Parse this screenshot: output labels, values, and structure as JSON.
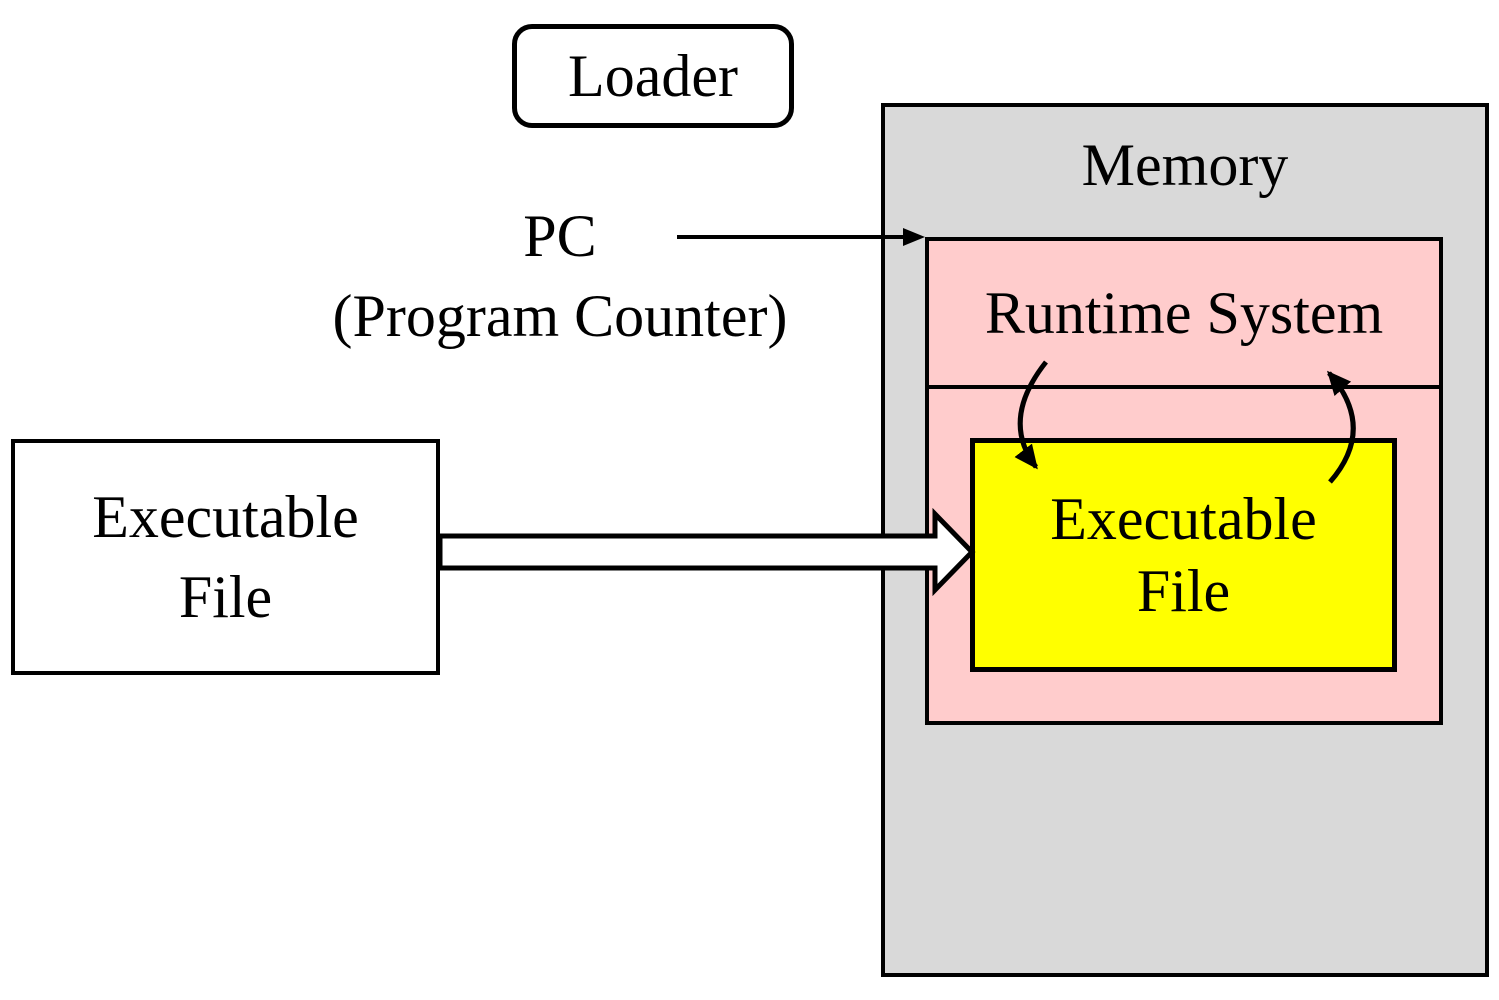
{
  "loader": {
    "label": "Loader"
  },
  "pc": {
    "line1": "PC",
    "line2": "(Program Counter)"
  },
  "source_file": {
    "line1": "Executable",
    "line2": "File"
  },
  "memory": {
    "label": "Memory"
  },
  "runtime_system": {
    "label": "Runtime System"
  },
  "loaded_file": {
    "line1": "Executable",
    "line2": "File"
  },
  "colors": {
    "memory_fill": "#d9d9d9",
    "runtime_fill": "#ffcccc",
    "loaded_file_fill": "#ffff00",
    "box_fill": "#ffffff",
    "outline": "#000000"
  }
}
